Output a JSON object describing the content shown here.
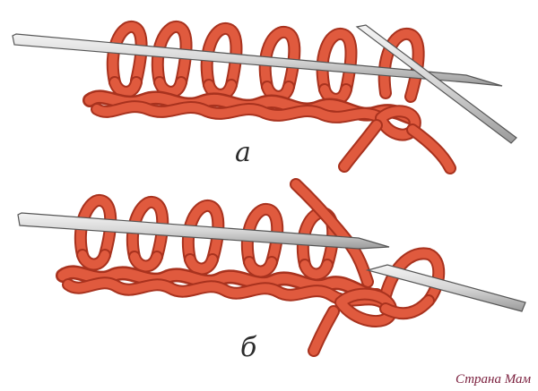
{
  "figures": [
    {
      "label": "а"
    },
    {
      "label": "б"
    }
  ],
  "watermark": {
    "text": "Страна Мам"
  },
  "colors": {
    "yarn": "#e05a3e",
    "yarn_outline": "#a8321e",
    "needle": "#dcdcdc",
    "needle_outline": "#555555"
  }
}
